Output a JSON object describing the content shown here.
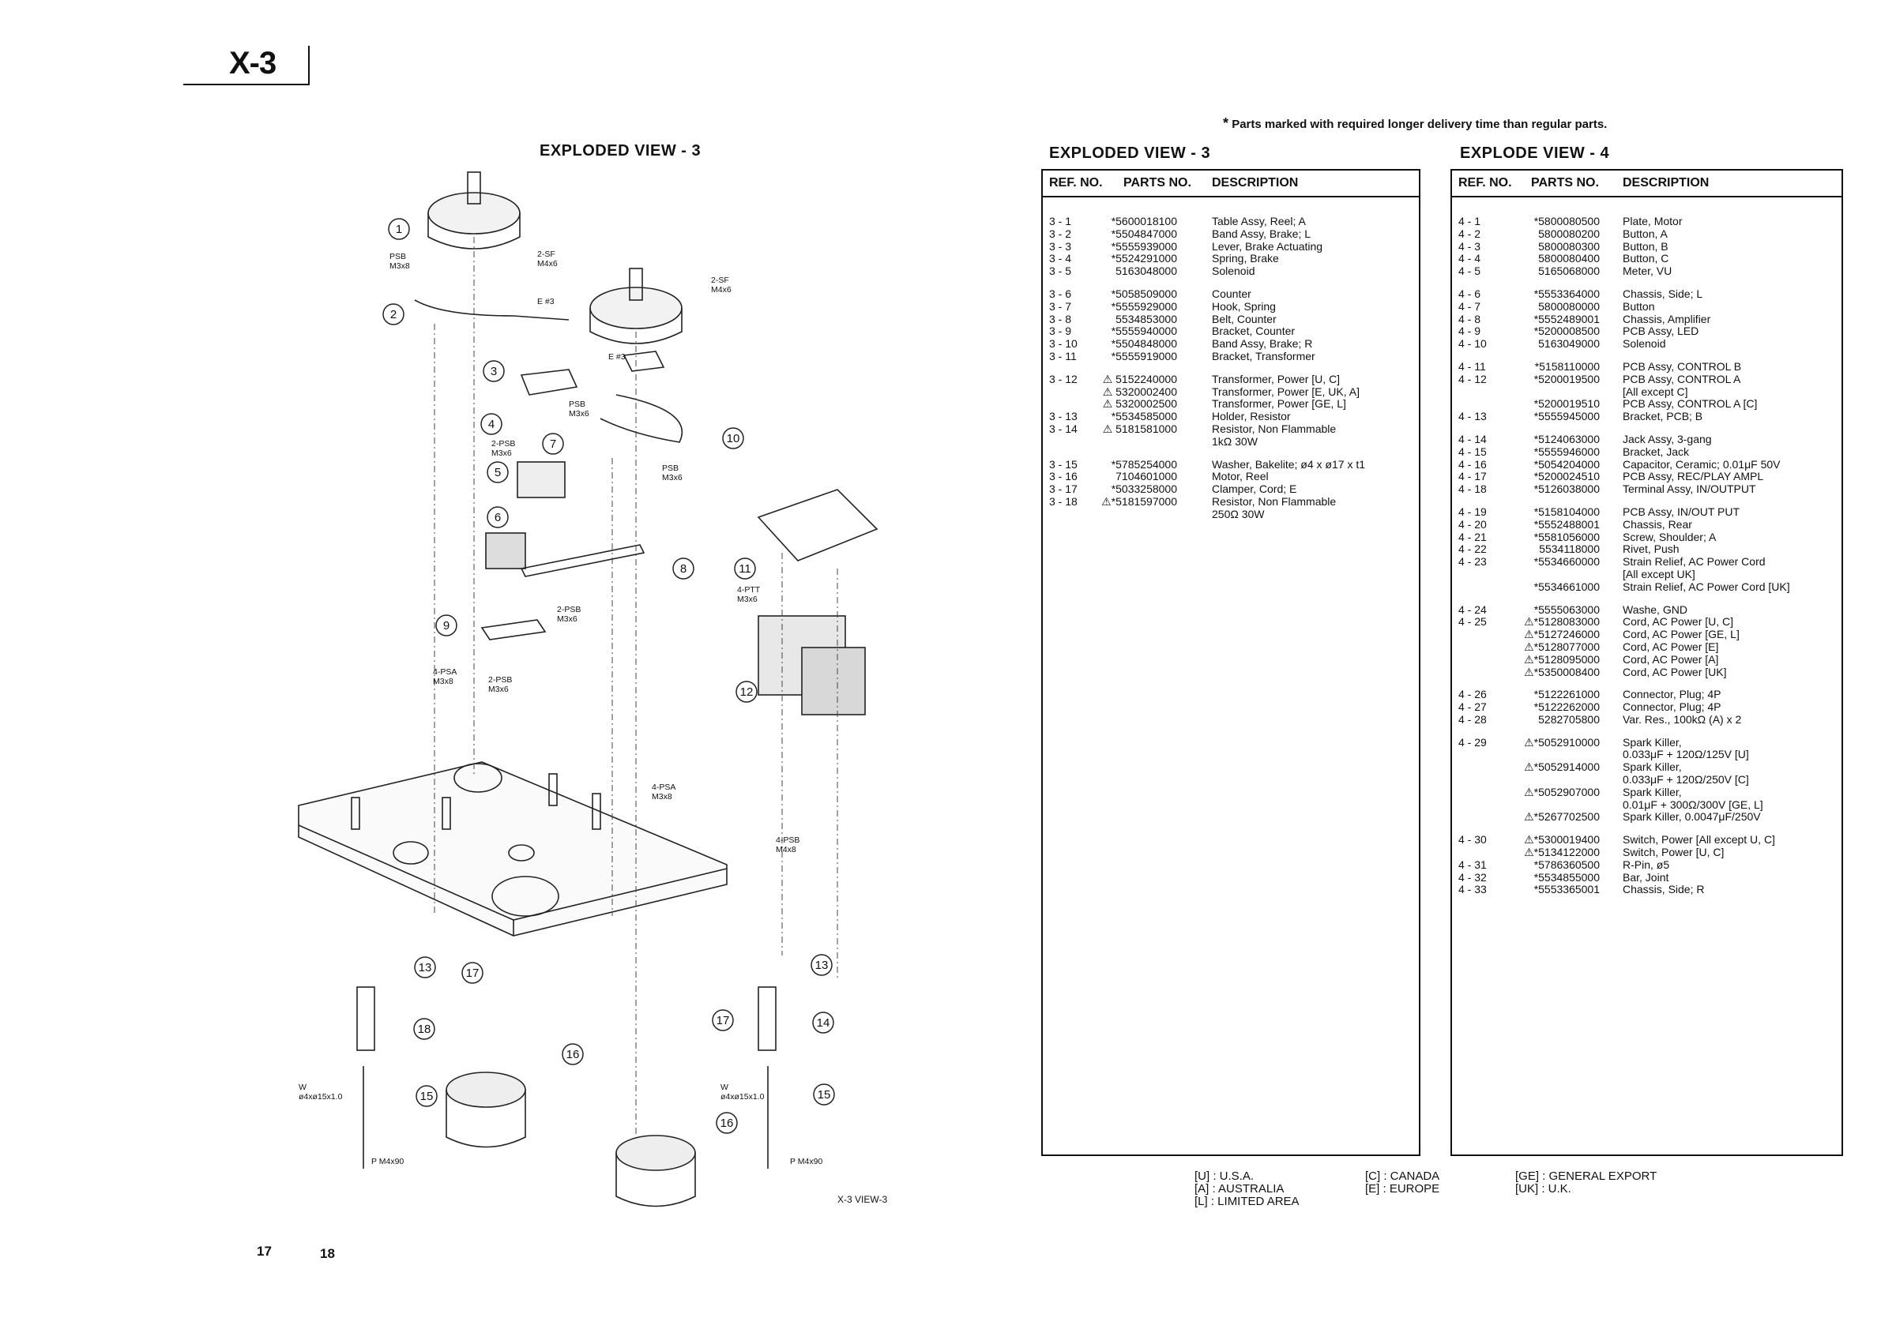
{
  "header": {
    "model": "X-3"
  },
  "note": {
    "star": "*",
    "text": "Parts marked with   required longer delivery time than regular parts."
  },
  "drawing": {
    "title": "EXPLODED VIEW - 3",
    "caption": "X-3 VIEW-3",
    "callouts": [
      "1",
      "2",
      "3",
      "4",
      "5",
      "6",
      "7",
      "8",
      "9",
      "10",
      "11",
      "12",
      "13",
      "14",
      "15",
      "16",
      "17",
      "18"
    ],
    "screw_labels": {
      "psb_m3x8": [
        "PSB",
        "M3x8"
      ],
      "sf_m4x6_a": [
        "2-SF",
        "M4x6"
      ],
      "sf_m4x6_b": [
        "2-SF",
        "M4x6"
      ],
      "e3_a": "E #3",
      "e3_b": "E #3",
      "psb_m3x6_a": [
        "PSB",
        "M3x6"
      ],
      "psb2_m3x6_a": [
        "2-PSB",
        "M3x6"
      ],
      "psb_m3x6_b": [
        "PSB",
        "M3x6"
      ],
      "ptt": [
        "4-PTT",
        "M3x6"
      ],
      "psb2_m3x6_b": [
        "2-PSB",
        "M3x6"
      ],
      "psa_l": [
        "4-PSA",
        "M3x8"
      ],
      "psb2_m3x6_c": [
        "2-PSB",
        "M3x6"
      ],
      "psa_r": [
        "4-PSA",
        "M3x8"
      ],
      "psb4": [
        "4-PSB",
        "M4x8"
      ],
      "washer_l": [
        "W",
        "ø4xø15x1.0"
      ],
      "washer_r": [
        "W",
        "ø4xø15x1.0"
      ],
      "pm_l": "P M4x90",
      "pm_r": "P M4x90"
    }
  },
  "table3": {
    "title": "EXPLODED VIEW - 3",
    "headers": {
      "ref": "REF. NO.",
      "parts": "PARTS NO.",
      "desc": "DESCRIPTION"
    },
    "groups": [
      [
        {
          "ref": "3  -  1",
          "parts": "*5600018100",
          "desc": "Table Assy, Reel; A"
        },
        {
          "ref": "3  -  2",
          "parts": "*5504847000",
          "desc": "Band Assy, Brake; L"
        },
        {
          "ref": "3  -  3",
          "parts": "*5555939000",
          "desc": "Lever, Brake Actuating"
        },
        {
          "ref": "3  -  4",
          "parts": "*5524291000",
          "desc": "Spring, Brake"
        },
        {
          "ref": "3  -  5",
          "parts": "5163048000",
          "desc": "Solenoid"
        }
      ],
      [
        {
          "ref": "3  -  6",
          "parts": "*5058509000",
          "desc": "Counter"
        },
        {
          "ref": "3  -  7",
          "parts": "*5555929000",
          "desc": "Hook, Spring"
        },
        {
          "ref": "3  -  8",
          "parts": "5534853000",
          "desc": "Belt, Counter"
        },
        {
          "ref": "3  -  9",
          "parts": "*5555940000",
          "desc": "Bracket, Counter"
        },
        {
          "ref": "3  - 10",
          "parts": "*5504848000",
          "desc": "Band Assy, Brake; R"
        },
        {
          "ref": "3  - 11",
          "parts": "*5555919000",
          "desc": "Bracket, Transformer"
        }
      ],
      [
        {
          "ref": "3  - 12",
          "parts": "⚠  5152240000",
          "desc": "Transformer, Power [U, C]"
        },
        {
          "ref": "",
          "parts": "⚠  5320002400",
          "desc": "Transformer, Power [E, UK, A]"
        },
        {
          "ref": "",
          "parts": "⚠  5320002500",
          "desc": "Transformer, Power [GE, L]"
        },
        {
          "ref": "3  - 13",
          "parts": "*5534585000",
          "desc": "Holder, Resistor"
        },
        {
          "ref": "3  - 14",
          "parts": "⚠  5181581000",
          "desc": "Resistor, Non Flammable"
        },
        {
          "ref": "",
          "parts": "",
          "desc": "1kΩ  30W"
        }
      ],
      [
        {
          "ref": "3  - 15",
          "parts": "*5785254000",
          "desc": "Washer, Bakelite; ø4 x ø17 x t1"
        },
        {
          "ref": "3  - 16",
          "parts": "7104601000",
          "desc": "Motor, Reel"
        },
        {
          "ref": "3  - 17",
          "parts": "*5033258000",
          "desc": "Clamper, Cord; E"
        },
        {
          "ref": "3  - 18",
          "parts": "⚠*5181597000",
          "desc": "Resistor, Non Flammable"
        },
        {
          "ref": "",
          "parts": "",
          "desc": "250Ω  30W"
        }
      ]
    ]
  },
  "table4": {
    "title": "EXPLODE VIEW - 4",
    "headers": {
      "ref": "REF. NO.",
      "parts": "PARTS NO.",
      "desc": "DESCRIPTION"
    },
    "groups": [
      [
        {
          "ref": "4  -  1",
          "parts": "*5800080500",
          "desc": "Plate, Motor"
        },
        {
          "ref": "4  -  2",
          "parts": "5800080200",
          "desc": "Button, A"
        },
        {
          "ref": "4  -  3",
          "parts": "5800080300",
          "desc": "Button, B"
        },
        {
          "ref": "4  -  4",
          "parts": "5800080400",
          "desc": "Button, C"
        },
        {
          "ref": "4  -  5",
          "parts": "5165068000",
          "desc": "Meter, VU"
        }
      ],
      [
        {
          "ref": "4  -  6",
          "parts": "*5553364000",
          "desc": "Chassis, Side; L"
        },
        {
          "ref": "4  -  7",
          "parts": "5800080000",
          "desc": "Button"
        },
        {
          "ref": "4  -  8",
          "parts": "*5552489001",
          "desc": "Chassis, Amplifier"
        },
        {
          "ref": "4  -  9",
          "parts": "*5200008500",
          "desc": "PCB Assy, LED"
        },
        {
          "ref": "4  - 10",
          "parts": "5163049000",
          "desc": "Solenoid"
        }
      ],
      [
        {
          "ref": "4  - 11",
          "parts": "*5158110000",
          "desc": "PCB Assy, CONTROL B"
        },
        {
          "ref": "4  - 12",
          "parts": "*5200019500",
          "desc": "PCB Assy, CONTROL A"
        },
        {
          "ref": "",
          "parts": "",
          "desc": "[All except C]"
        },
        {
          "ref": "",
          "parts": "*5200019510",
          "desc": "PCB Assy, CONTROL  A [C]"
        },
        {
          "ref": "4  - 13",
          "parts": "*5555945000",
          "desc": "Bracket, PCB; B"
        }
      ],
      [
        {
          "ref": "4  - 14",
          "parts": "*5124063000",
          "desc": "Jack Assy, 3-gang"
        },
        {
          "ref": "4  - 15",
          "parts": "*5555946000",
          "desc": "Bracket, Jack"
        },
        {
          "ref": "4  - 16",
          "parts": "*5054204000",
          "desc": "Capacitor, Ceramic; 0.01μF 50V"
        },
        {
          "ref": "4  - 17",
          "parts": "*5200024510",
          "desc": "PCB Assy, REC/PLAY AMPL"
        },
        {
          "ref": "4  - 18",
          "parts": "*5126038000",
          "desc": "Terminal Assy, IN/OUTPUT"
        }
      ],
      [
        {
          "ref": "4  - 19",
          "parts": "*5158104000",
          "desc": "PCB Assy, IN/OUT PUT"
        },
        {
          "ref": "4  - 20",
          "parts": "*5552488001",
          "desc": "Chassis, Rear"
        },
        {
          "ref": "4  - 21",
          "parts": "*5581056000",
          "desc": "Screw, Shoulder; A"
        },
        {
          "ref": "4  - 22",
          "parts": "5534118000",
          "desc": "Rivet, Push"
        },
        {
          "ref": "4  - 23",
          "parts": "*5534660000",
          "desc": "Strain Relief, AC Power Cord"
        },
        {
          "ref": "",
          "parts": "",
          "desc": "[All except UK]"
        },
        {
          "ref": "",
          "parts": "*5534661000",
          "desc": "Strain Relief, AC Power Cord [UK]"
        }
      ],
      [
        {
          "ref": "4  - 24",
          "parts": "*5555063000",
          "desc": "Washe, GND"
        },
        {
          "ref": "4  - 25",
          "parts": "⚠*5128083000",
          "desc": "Cord, AC Power [U, C]"
        },
        {
          "ref": "",
          "parts": "⚠*5127246000",
          "desc": "Cord, AC Power [GE, L]"
        },
        {
          "ref": "",
          "parts": "⚠*5128077000",
          "desc": "Cord, AC Power [E]"
        },
        {
          "ref": "",
          "parts": "⚠*5128095000",
          "desc": "Cord, AC Power [A]"
        },
        {
          "ref": "",
          "parts": "⚠*5350008400",
          "desc": "Cord, AC Power [UK]"
        }
      ],
      [
        {
          "ref": "4  - 26",
          "parts": "*5122261000",
          "desc": "Connector, Plug; 4P"
        },
        {
          "ref": "4  - 27",
          "parts": "*5122262000",
          "desc": "Connector, Plug; 4P"
        },
        {
          "ref": "4  - 28",
          "parts": "5282705800",
          "desc": "Var. Res., 100kΩ (A) x 2"
        }
      ],
      [
        {
          "ref": "4  - 29",
          "parts": "⚠*5052910000",
          "desc": "Spark Killer,"
        },
        {
          "ref": "",
          "parts": "",
          "desc": "0.033μF + 120Ω/125V [U]"
        },
        {
          "ref": "",
          "parts": "⚠*5052914000",
          "desc": "Spark Killer,"
        },
        {
          "ref": "",
          "parts": "",
          "desc": "0.033μF + 120Ω/250V [C]"
        },
        {
          "ref": "",
          "parts": "⚠*5052907000",
          "desc": "Spark Killer,"
        },
        {
          "ref": "",
          "parts": "",
          "desc": "0.01μF + 300Ω/300V [GE, L]"
        },
        {
          "ref": "",
          "parts": "⚠*5267702500",
          "desc": "Spark Killer, 0.0047μF/250V"
        }
      ],
      [
        {
          "ref": "4  - 30",
          "parts": "⚠*5300019400",
          "desc": "Switch, Power [All except U, C]"
        },
        {
          "ref": "",
          "parts": "⚠*5134122000",
          "desc": "Switch, Power [U, C]"
        },
        {
          "ref": "4  - 31",
          "parts": "*5786360500",
          "desc": "R-Pin, ø5"
        },
        {
          "ref": "4  - 32",
          "parts": "*5534855000",
          "desc": "Bar, Joint"
        },
        {
          "ref": "4  - 33",
          "parts": "*5553365001",
          "desc": "Chassis, Side; R"
        }
      ]
    ]
  },
  "legend": {
    "col1": [
      "[U] :  U.S.A.",
      "[A] :  AUSTRALIA",
      "[L] :  LIMITED AREA"
    ],
    "col2": [
      "[C] :  CANADA",
      "[E] :  EUROPE"
    ],
    "col3": [
      "[GE] :  GENERAL EXPORT",
      "[UK] :  U.K."
    ]
  },
  "pages": {
    "left": "17",
    "right": "18"
  }
}
